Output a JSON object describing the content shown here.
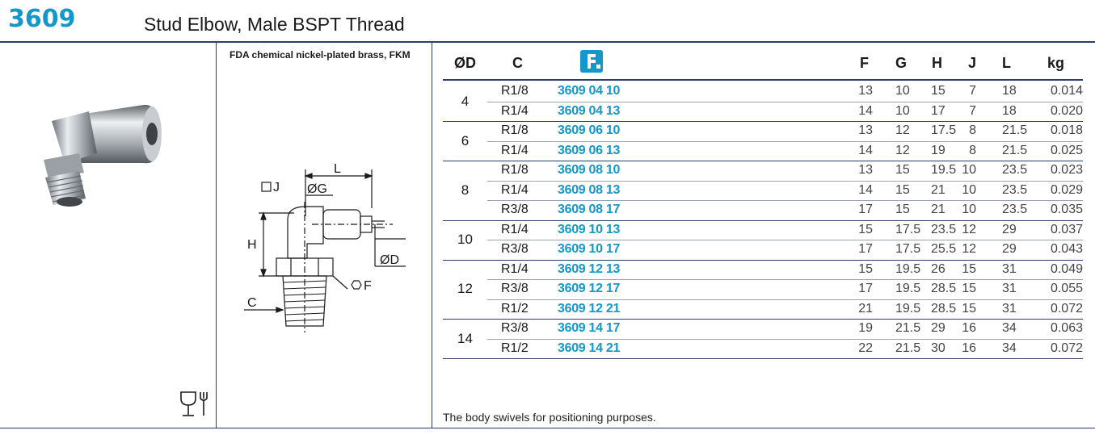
{
  "header": {
    "code": "3609",
    "title": "Stud Elbow, Male BSPT Thread"
  },
  "material": "FDA chemical nickel-plated brass, FKM",
  "drawing_labels": {
    "L": "L",
    "J": "J",
    "G": "ØG",
    "H": "H",
    "D": "ØD",
    "F": "F",
    "C": "C"
  },
  "table": {
    "headers": {
      "od": "ØD",
      "c": "C",
      "f": "F",
      "g": "G",
      "h": "H",
      "j": "J",
      "l": "L",
      "kg": "kg"
    },
    "groups": [
      {
        "od": "4",
        "rows": [
          {
            "c": "R1/8",
            "ref": "3609 04 10",
            "f": "13",
            "g": "10",
            "h": "15",
            "j": "7",
            "l": "18",
            "kg": "0.014"
          },
          {
            "c": "R1/4",
            "ref": "3609 04 13",
            "f": "14",
            "g": "10",
            "h": "17",
            "j": "7",
            "l": "18",
            "kg": "0.020"
          }
        ]
      },
      {
        "od": "6",
        "rows": [
          {
            "c": "R1/8",
            "ref": "3609 06 10",
            "f": "13",
            "g": "12",
            "h": "17.5",
            "j": "8",
            "l": "21.5",
            "kg": "0.018"
          },
          {
            "c": "R1/4",
            "ref": "3609 06 13",
            "f": "14",
            "g": "12",
            "h": "19",
            "j": "8",
            "l": "21.5",
            "kg": "0.025"
          }
        ]
      },
      {
        "od": "8",
        "rows": [
          {
            "c": "R1/8",
            "ref": "3609 08 10",
            "f": "13",
            "g": "15",
            "h": "19.5",
            "j": "10",
            "l": "23.5",
            "kg": "0.023"
          },
          {
            "c": "R1/4",
            "ref": "3609 08 13",
            "f": "14",
            "g": "15",
            "h": "21",
            "j": "10",
            "l": "23.5",
            "kg": "0.029"
          },
          {
            "c": "R3/8",
            "ref": "3609 08 17",
            "f": "17",
            "g": "15",
            "h": "21",
            "j": "10",
            "l": "23.5",
            "kg": "0.035"
          }
        ]
      },
      {
        "od": "10",
        "rows": [
          {
            "c": "R1/4",
            "ref": "3609 10 13",
            "f": "15",
            "g": "17.5",
            "h": "23.5",
            "j": "12",
            "l": "29",
            "kg": "0.037"
          },
          {
            "c": "R3/8",
            "ref": "3609 10 17",
            "f": "17",
            "g": "17.5",
            "h": "25.5",
            "j": "12",
            "l": "29",
            "kg": "0.043"
          }
        ]
      },
      {
        "od": "12",
        "rows": [
          {
            "c": "R1/4",
            "ref": "3609 12 13",
            "f": "15",
            "g": "19.5",
            "h": "26",
            "j": "15",
            "l": "31",
            "kg": "0.049"
          },
          {
            "c": "R3/8",
            "ref": "3609 12 17",
            "f": "17",
            "g": "19.5",
            "h": "28.5",
            "j": "15",
            "l": "31",
            "kg": "0.055"
          },
          {
            "c": "R1/2",
            "ref": "3609 12 21",
            "f": "21",
            "g": "19.5",
            "h": "28.5",
            "j": "15",
            "l": "31",
            "kg": "0.072"
          }
        ]
      },
      {
        "od": "14",
        "rows": [
          {
            "c": "R3/8",
            "ref": "3609 14 17",
            "f": "19",
            "g": "21.5",
            "h": "29",
            "j": "16",
            "l": "34",
            "kg": "0.063"
          },
          {
            "c": "R1/2",
            "ref": "3609 14 21",
            "f": "22",
            "g": "21.5",
            "h": "30",
            "j": "16",
            "l": "34",
            "kg": "0.072"
          }
        ]
      }
    ]
  },
  "note": "The body swivels for positioning purposes.",
  "icons": {
    "brand": "catalog-reference-icon",
    "food": "food-contact-icon"
  },
  "colors": {
    "accent": "#1497c9",
    "rule": "#2c3e63"
  }
}
